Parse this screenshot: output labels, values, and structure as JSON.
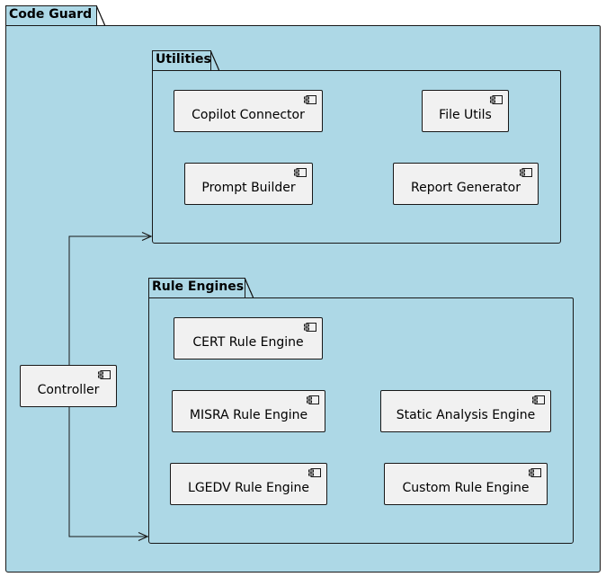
{
  "diagram": {
    "outer_package": {
      "title": "Code Guard",
      "fill": "#add8e6"
    },
    "packages": {
      "utilities": {
        "title": "Utilities",
        "components": [
          "Copilot Connector",
          "File Utils",
          "Prompt Builder",
          "Report Generator"
        ]
      },
      "rule_engines": {
        "title": "Rule Engines",
        "components": [
          "CERT Rule Engine",
          "MISRA Rule Engine",
          "Static Analysis Engine",
          "LGEDV Rule Engine",
          "Custom Rule Engine"
        ]
      }
    },
    "controller": {
      "label": "Controller"
    },
    "component_icon": "uml-component-icon",
    "colors": {
      "package_fill": "#add8e6",
      "component_fill": "#f1f1f1",
      "line": "#181818"
    },
    "edges": [
      {
        "from": "Controller",
        "to": "Utilities"
      },
      {
        "from": "Controller",
        "to": "Rule Engines"
      }
    ]
  }
}
